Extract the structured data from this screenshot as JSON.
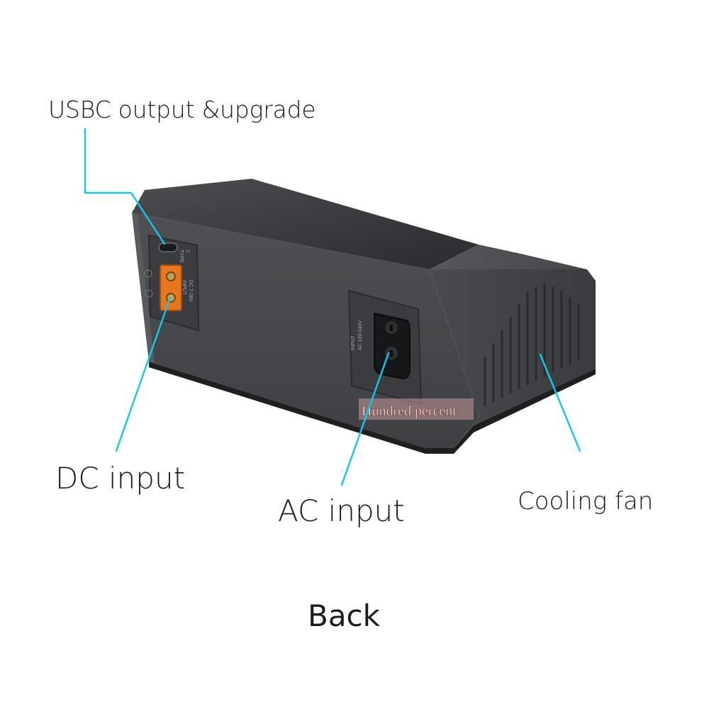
{
  "labels": {
    "usbc": "USBC output &upgrade",
    "dc": "DC input",
    "ac": "AC input",
    "fan": "Cooling fan",
    "view": "Back"
  },
  "device_print": {
    "type_c": "TYPE\nC",
    "dc_input": "INPUT\nDC 7-28V",
    "ac_input": "INPUT\nAC 100-240V"
  },
  "watermark": "Hundred percent",
  "colors": {
    "callout_line": "#12c8ec",
    "body": "#4a4b4e",
    "body_dark": "#2e2f32",
    "xt60": "#e8761c",
    "label_text": "#1c1c1c"
  },
  "icons": {
    "usbc_port": "usb-c-port-icon",
    "dc_port": "xt60-connector-icon",
    "ac_port": "iec-c8-socket-icon",
    "fan": "cooling-vent-icon"
  }
}
